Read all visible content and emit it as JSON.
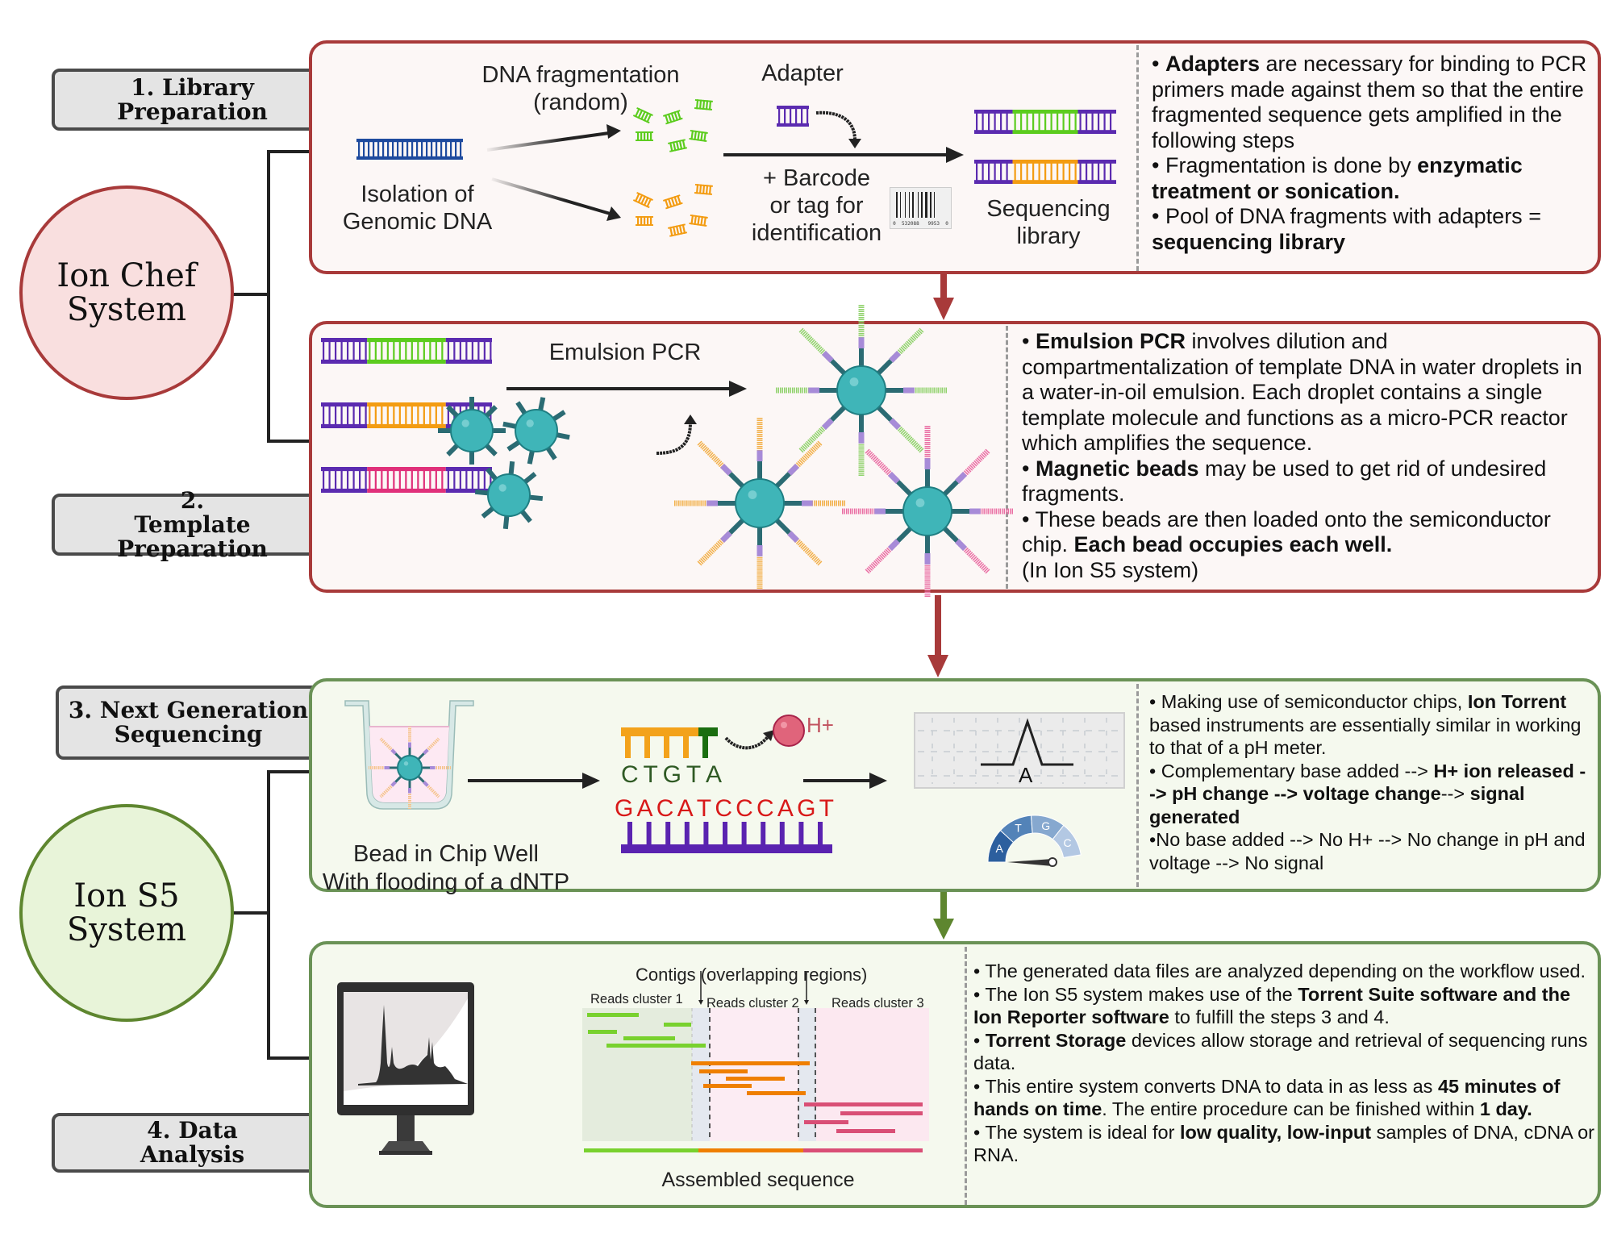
{
  "systems": {
    "ion_chef": {
      "label": "Ion Chef\nSystem",
      "fill": "#f9dfdf",
      "stroke": "#a83a3a"
    },
    "ion_s5": {
      "label": "Ion S5\nSystem",
      "fill": "#e8f4d9",
      "stroke": "#5e862f"
    }
  },
  "steps": [
    {
      "label": "1. Library\nPreparation"
    },
    {
      "label": "2.\nTemplate\nPreparation"
    },
    {
      "label": "3. Next Generation\nSequencing"
    },
    {
      "label": "4. Data\nAnalysis"
    }
  ],
  "colors": {
    "chef_accent": "#a83a3a",
    "s5_accent": "#5e862f",
    "adapter": "#5b2bb0",
    "insert_green": "#5ccc1e",
    "insert_orange": "#f39c12",
    "insert_pink": "#e0307a",
    "bead": "#3fb5b8"
  },
  "library_prep": {
    "genomic_label": "Isolation of\nGenomic DNA",
    "fragmentation_label": "DNA fragmentation\n(random)",
    "adapter_label": "Adapter",
    "barcode_label": "+ Barcode\nor tag for\nidentification",
    "barcode_digits": "0  532088   9953  0",
    "library_label": "Sequencing\nlibrary",
    "notes": [
      [
        {
          "b": "Adapters"
        },
        {
          "t": " are necessary for binding to PCR primers made against them so that the entire fragmented sequence gets amplified in the following steps"
        }
      ],
      [
        {
          "t": "Fragmentation is done by "
        },
        {
          "b": "enzymatic treatment or sonication."
        }
      ],
      [
        {
          "t": "Pool of DNA fragments with adapters = "
        },
        {
          "b": "sequencing library"
        }
      ]
    ]
  },
  "template_prep": {
    "emulsion_label": "Emulsion PCR",
    "notes": [
      [
        {
          "b": "Emulsion PCR"
        },
        {
          "t": " involves  dilution and compartmentalization of template DNA  in water droplets in a water-in-oil emulsion. Each droplet contains a single template molecule and functions as a micro-PCR reactor which amplifies the sequence."
        }
      ],
      [
        {
          "b": "Magnetic beads"
        },
        {
          "t": " may be used to get rid of undesired fragments."
        }
      ],
      [
        {
          "t": "These beads are then loaded onto the semiconductor chip. "
        },
        {
          "b": "Each bead occupies each well."
        },
        {
          "t": "\n(In Ion S5 system)"
        }
      ]
    ]
  },
  "ngs": {
    "well_label": "Bead in Chip Well\nWith flooding of a dNTP",
    "primer_seq": [
      "C",
      "T",
      "G",
      "T",
      "A"
    ],
    "template_seq": [
      "G",
      "A",
      "C",
      "A",
      "T",
      "C",
      "C",
      "C",
      "A",
      "G",
      "T"
    ],
    "ion_label": "H+",
    "signal_peak_label": "A",
    "gauge_bases": [
      "A",
      "T",
      "G",
      "C"
    ],
    "gauge_colors": [
      "#2c5f9e",
      "#5383b8",
      "#86a8cf",
      "#b3c8e3"
    ],
    "notes": [
      [
        {
          "t": "Making use of semiconductor chips, "
        },
        {
          "b": "Ion Torrent"
        },
        {
          "t": " based instruments are essentially similar in working to that of a pH meter."
        }
      ],
      [
        {
          "t": "Complementary base added --> "
        },
        {
          "b": "H+ ion released --> pH change --> voltage change"
        },
        {
          "t": "--> "
        },
        {
          "b": "signal generated"
        }
      ],
      [
        {
          "t": "No base added --> No H+ --> No change in pH and voltage --> No signal",
          "tight": true
        }
      ]
    ]
  },
  "data_analysis": {
    "contigs_label": "Contigs (overlapping regions)",
    "clusters": [
      "Reads cluster 1",
      "Reads cluster 2",
      "Reads cluster 3"
    ],
    "assembled_label": "Assembled sequence",
    "notes": [
      [
        {
          "t": "The generated data files are analyzed depending on the workflow used."
        }
      ],
      [
        {
          "t": "The Ion S5 system makes use of the "
        },
        {
          "b": "Torrent Suite software and the Ion Reporter software"
        },
        {
          "t": " to fulfill the steps 3 and 4."
        }
      ],
      [
        {
          "b": "Torrent Storage"
        },
        {
          "t": " devices allow storage and retrieval of sequencing runs data."
        }
      ],
      [
        {
          "t": "This entire system converts DNA to data in as less as "
        },
        {
          "b": "45 minutes of hands on time"
        },
        {
          "t": ". The entire procedure can be finished within "
        },
        {
          "b": "1 day."
        }
      ],
      [
        {
          "t": "The system is ideal for "
        },
        {
          "b": "low quality, low-input"
        },
        {
          "t": " samples of DNA, cDNA or RNA."
        }
      ]
    ]
  }
}
